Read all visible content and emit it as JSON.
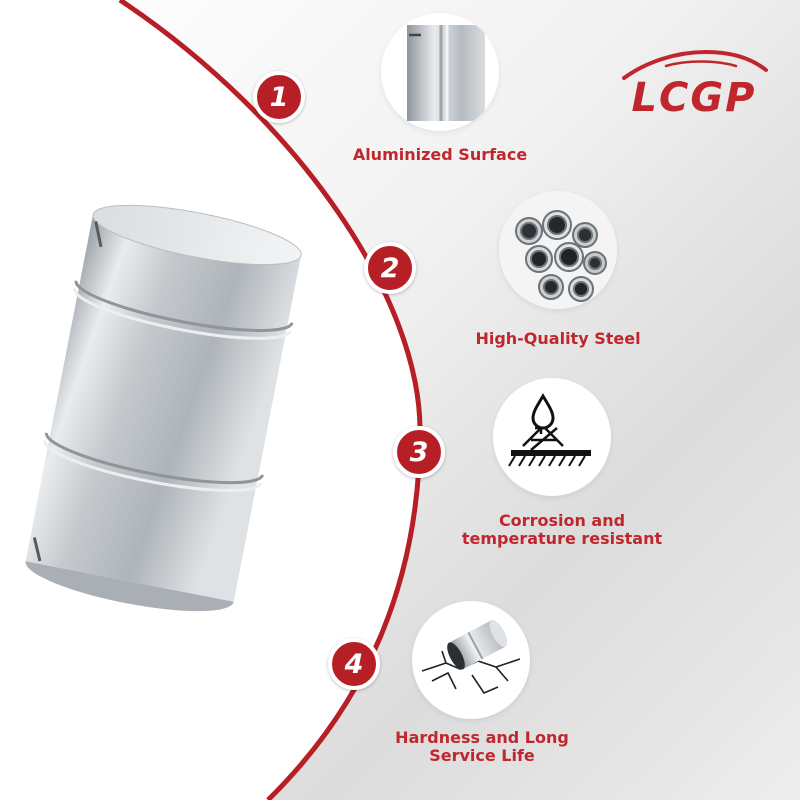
{
  "brand": {
    "logo_text": "LCGP",
    "color": "#c0272d"
  },
  "features": [
    {
      "number": "1",
      "label": "Aluminized Surface",
      "icon": "aluminized-pipe-icon"
    },
    {
      "number": "2",
      "label": "High-Quality Steel",
      "icon": "steel-tubes-icon"
    },
    {
      "number": "3",
      "label": "Corrosion and",
      "label_line2": "temperature resistant",
      "icon": "corrosion-resistant-icon"
    },
    {
      "number": "4",
      "label": "Hardness and Long",
      "label_line2": "Service Life",
      "icon": "cracked-ground-pipe-icon"
    }
  ],
  "colors": {
    "accent_red": "#b71f26",
    "steel": "#c8ccd0"
  }
}
